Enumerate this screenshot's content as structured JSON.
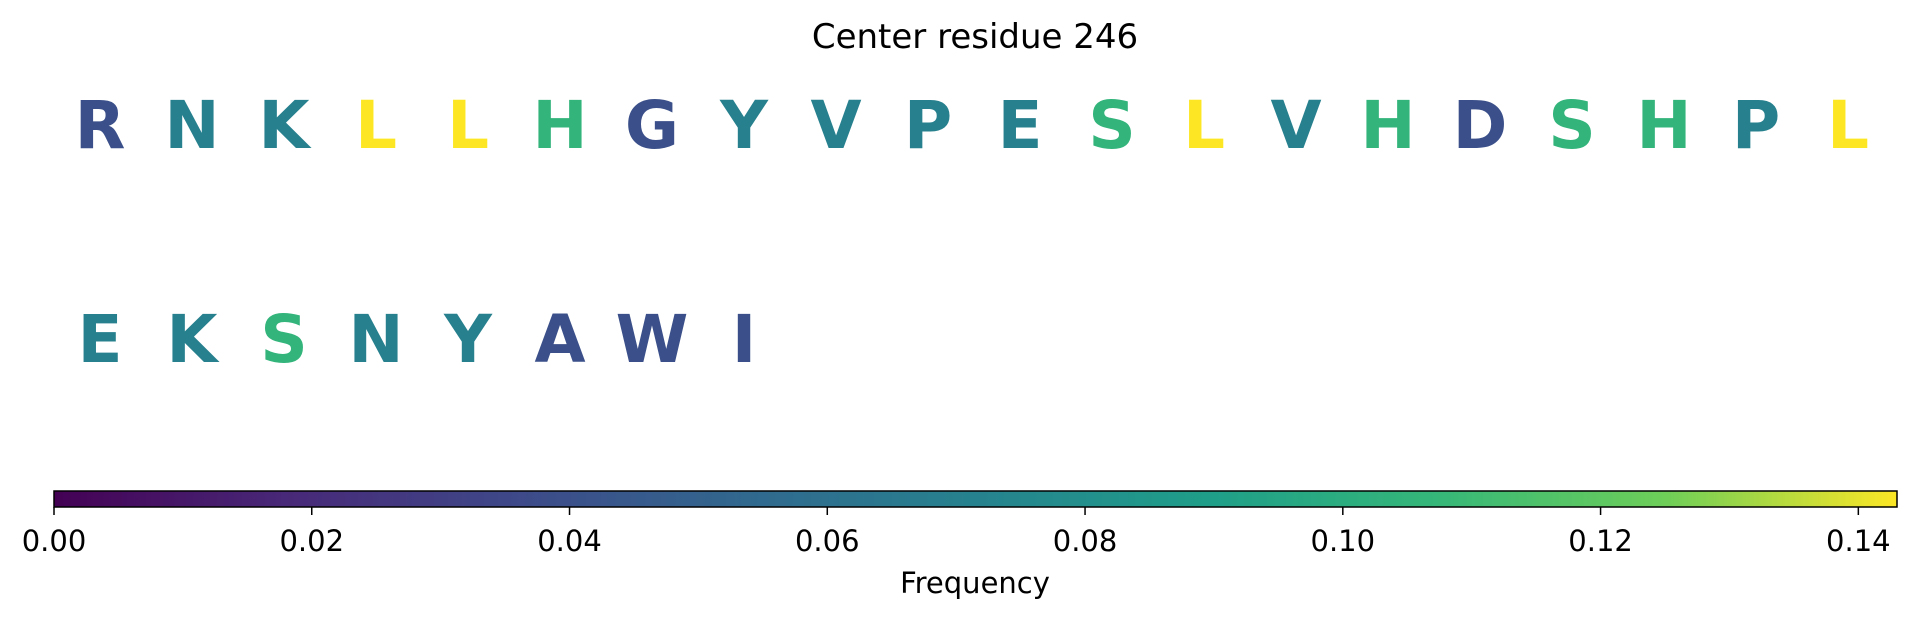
{
  "chart_data": {
    "type": "heatmap",
    "title": "Center residue 246",
    "rows": [
      {
        "residues": [
          "R",
          "N",
          "K",
          "L",
          "L",
          "H",
          "G",
          "Y",
          "V",
          "P",
          "E",
          "S",
          "L",
          "V",
          "H",
          "D",
          "S",
          "H",
          "P",
          "L"
        ],
        "frequencies": [
          0.04,
          0.07,
          0.07,
          0.143,
          0.143,
          0.105,
          0.04,
          0.07,
          0.07,
          0.07,
          0.07,
          0.105,
          0.143,
          0.07,
          0.105,
          0.04,
          0.105,
          0.105,
          0.07,
          0.143
        ]
      },
      {
        "residues": [
          "E",
          "K",
          "S",
          "N",
          "Y",
          "A",
          "W",
          "I"
        ],
        "frequencies": [
          0.07,
          0.07,
          0.105,
          0.07,
          0.07,
          0.04,
          0.04,
          0.04
        ]
      }
    ],
    "colorbar": {
      "colormap": "viridis",
      "range": [
        0,
        0.143
      ],
      "ticks": [
        0.0,
        0.02,
        0.04,
        0.06,
        0.08,
        0.1,
        0.12,
        0.14
      ],
      "tick_labels": [
        "0.00",
        "0.02",
        "0.04",
        "0.06",
        "0.08",
        "0.10",
        "0.12",
        "0.14"
      ],
      "label": "Frequency",
      "orientation": "horizontal",
      "placement": "bottom"
    },
    "grid": false
  }
}
